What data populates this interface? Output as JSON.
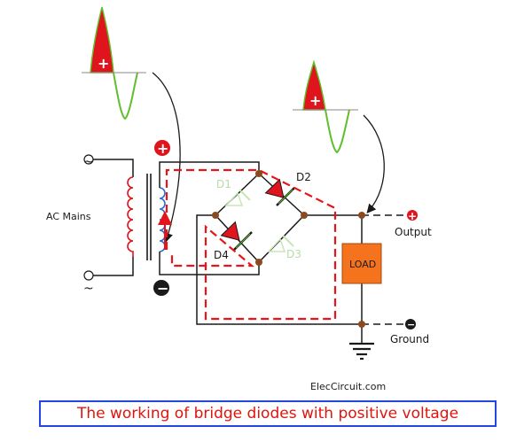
{
  "diagram": {
    "labels": {
      "ac_mains": "AC Mains",
      "d1": "D1",
      "d2": "D2",
      "d3": "D3",
      "d4": "D4",
      "output": "Output",
      "ground": "Ground",
      "load": "LOAD",
      "plus_sign": "+",
      "minus_sign": "−",
      "tilde": "~"
    },
    "credit": "ElecCircuit.com",
    "caption": "The working of bridge diodes with positive voltage",
    "colors": {
      "wire": "#1a1a1a",
      "current_path": "#e8141c",
      "primary_coil": "#e0141c",
      "secondary_coil": "#2a6fcf",
      "active_diode": "#e0141c",
      "inactive_diode": "#c7e7b5",
      "load_fill": "#f5731c",
      "node": "#8a4a1e",
      "sine_positive_fill": "#e0141c",
      "sine_wave": "#5fbf2a",
      "caption_border": "#2446e0",
      "caption_text": "#e0140c"
    }
  }
}
